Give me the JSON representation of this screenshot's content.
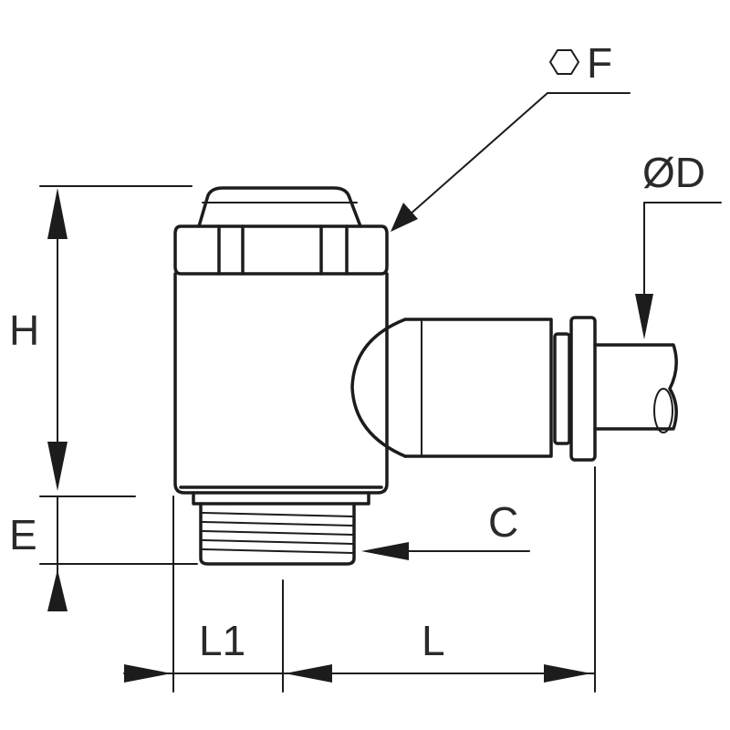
{
  "diagram": {
    "labels": {
      "hex": "F",
      "diameter": "ØD",
      "height": "H",
      "thread_length": "E",
      "thread": "C",
      "l1": "L1",
      "l": "L"
    },
    "icons": {
      "hex": "hexagon-icon"
    }
  }
}
